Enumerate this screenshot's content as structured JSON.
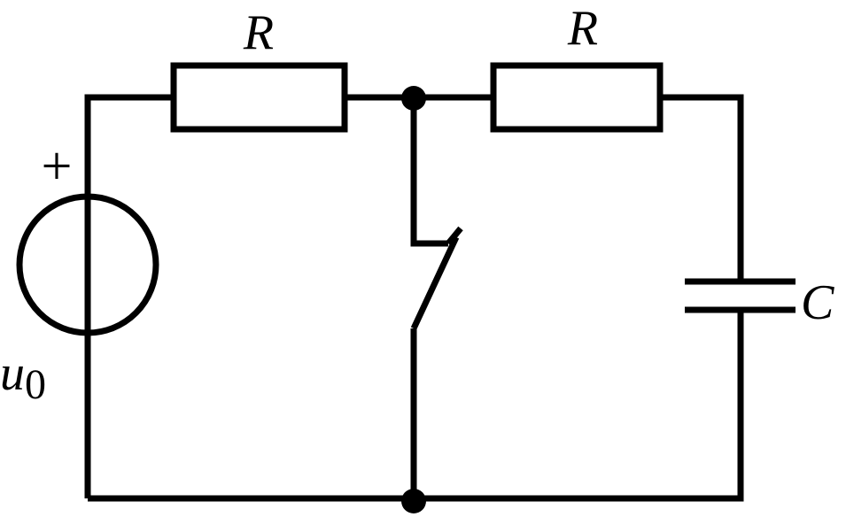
{
  "labels": {
    "resistor_left": "R",
    "resistor_right": "R",
    "capacitor": "C",
    "source_name": "u",
    "source_subscript": "0",
    "source_polarity": "+"
  },
  "components": {
    "source": "voltage-source",
    "resistor_left": "resistor",
    "resistor_right": "resistor",
    "switch": "switch-open",
    "capacitor": "capacitor"
  },
  "colors": {
    "stroke": "#000000",
    "background": "#ffffff"
  }
}
